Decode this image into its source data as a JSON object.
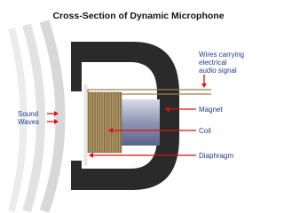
{
  "title": "Cross-Section of Dynamic Microphone",
  "labels": {
    "wires": [
      "Wires carrying",
      "electrical",
      "audio signal"
    ],
    "sound": [
      "Sound",
      "Waves"
    ],
    "magnet": "Magnet",
    "coil": "Coil",
    "diaphragm": "Diaphragm"
  },
  "colors": {
    "label_text": "#243a8c",
    "arrow": "#dd1111",
    "body": "#2a2a2a",
    "coil": "#a88f5f",
    "magnet": "#8f96b5",
    "waves": "#e4e4e4"
  }
}
